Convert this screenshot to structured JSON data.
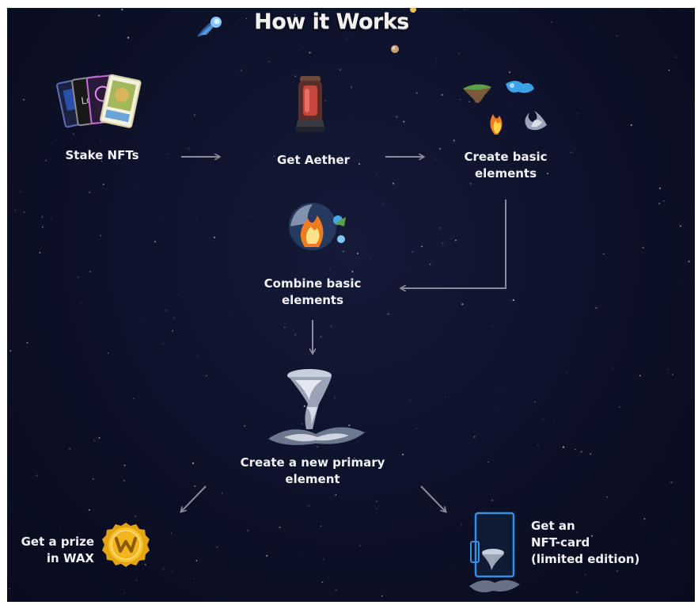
{
  "title": "How it Works",
  "steps": {
    "stake": "Stake NFTs",
    "aether": "Get Aether",
    "create_basic": "Create basic\nelements",
    "combine": "Combine basic\nelements",
    "new_primary": "Create a new primary\nelement",
    "prize": "Get a prize\nin WAX",
    "nft_card": "Get an\nNFT-card\n(limited edition)"
  },
  "icons": {
    "comet": "comet-icon",
    "nft_cards": "nft-cards-icon",
    "aether_canister": "aether-canister-icon",
    "basic_elements": "basic-elements-icon",
    "combined_orb": "combined-elements-icon",
    "tornado": "tornado-icon",
    "wax_coin": "wax-coin-icon",
    "nft_card_frame": "nft-card-frame-icon"
  },
  "colors": {
    "background": "#0d1128",
    "text": "#f1f1f4",
    "arrow": "#8a8d99",
    "wax_gold": "#f2b51d",
    "card_frame": "#3b8de0"
  }
}
